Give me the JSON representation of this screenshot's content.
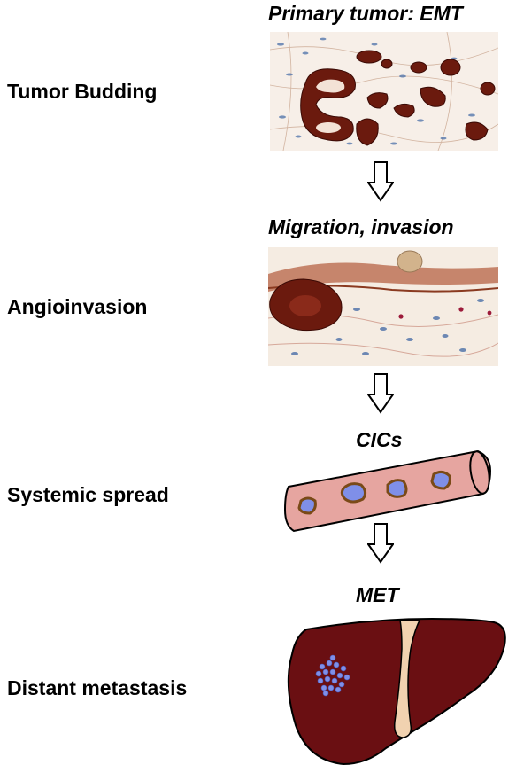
{
  "stages": [
    {
      "label": "Tumor Budding"
    },
    {
      "label": "Angioinvasion"
    },
    {
      "label": "Systemic spread"
    },
    {
      "label": "Distant metastasis"
    }
  ],
  "captions": [
    {
      "text": "Primary tumor: EMT"
    },
    {
      "text": "Migration, invasion"
    },
    {
      "text": "CICs"
    },
    {
      "text": "MET"
    }
  ],
  "colors": {
    "stain_brown": "#6b1a0e",
    "nuclei_blue": "#4a6fa8",
    "vessel_pink": "#e6a5a0",
    "cell_blue": "#7f8fe8",
    "liver": "#6a0f12",
    "ligament": "#f1d2b0"
  },
  "icons": [
    "down-arrow-icon",
    "blood-vessel-icon",
    "liver-icon"
  ]
}
